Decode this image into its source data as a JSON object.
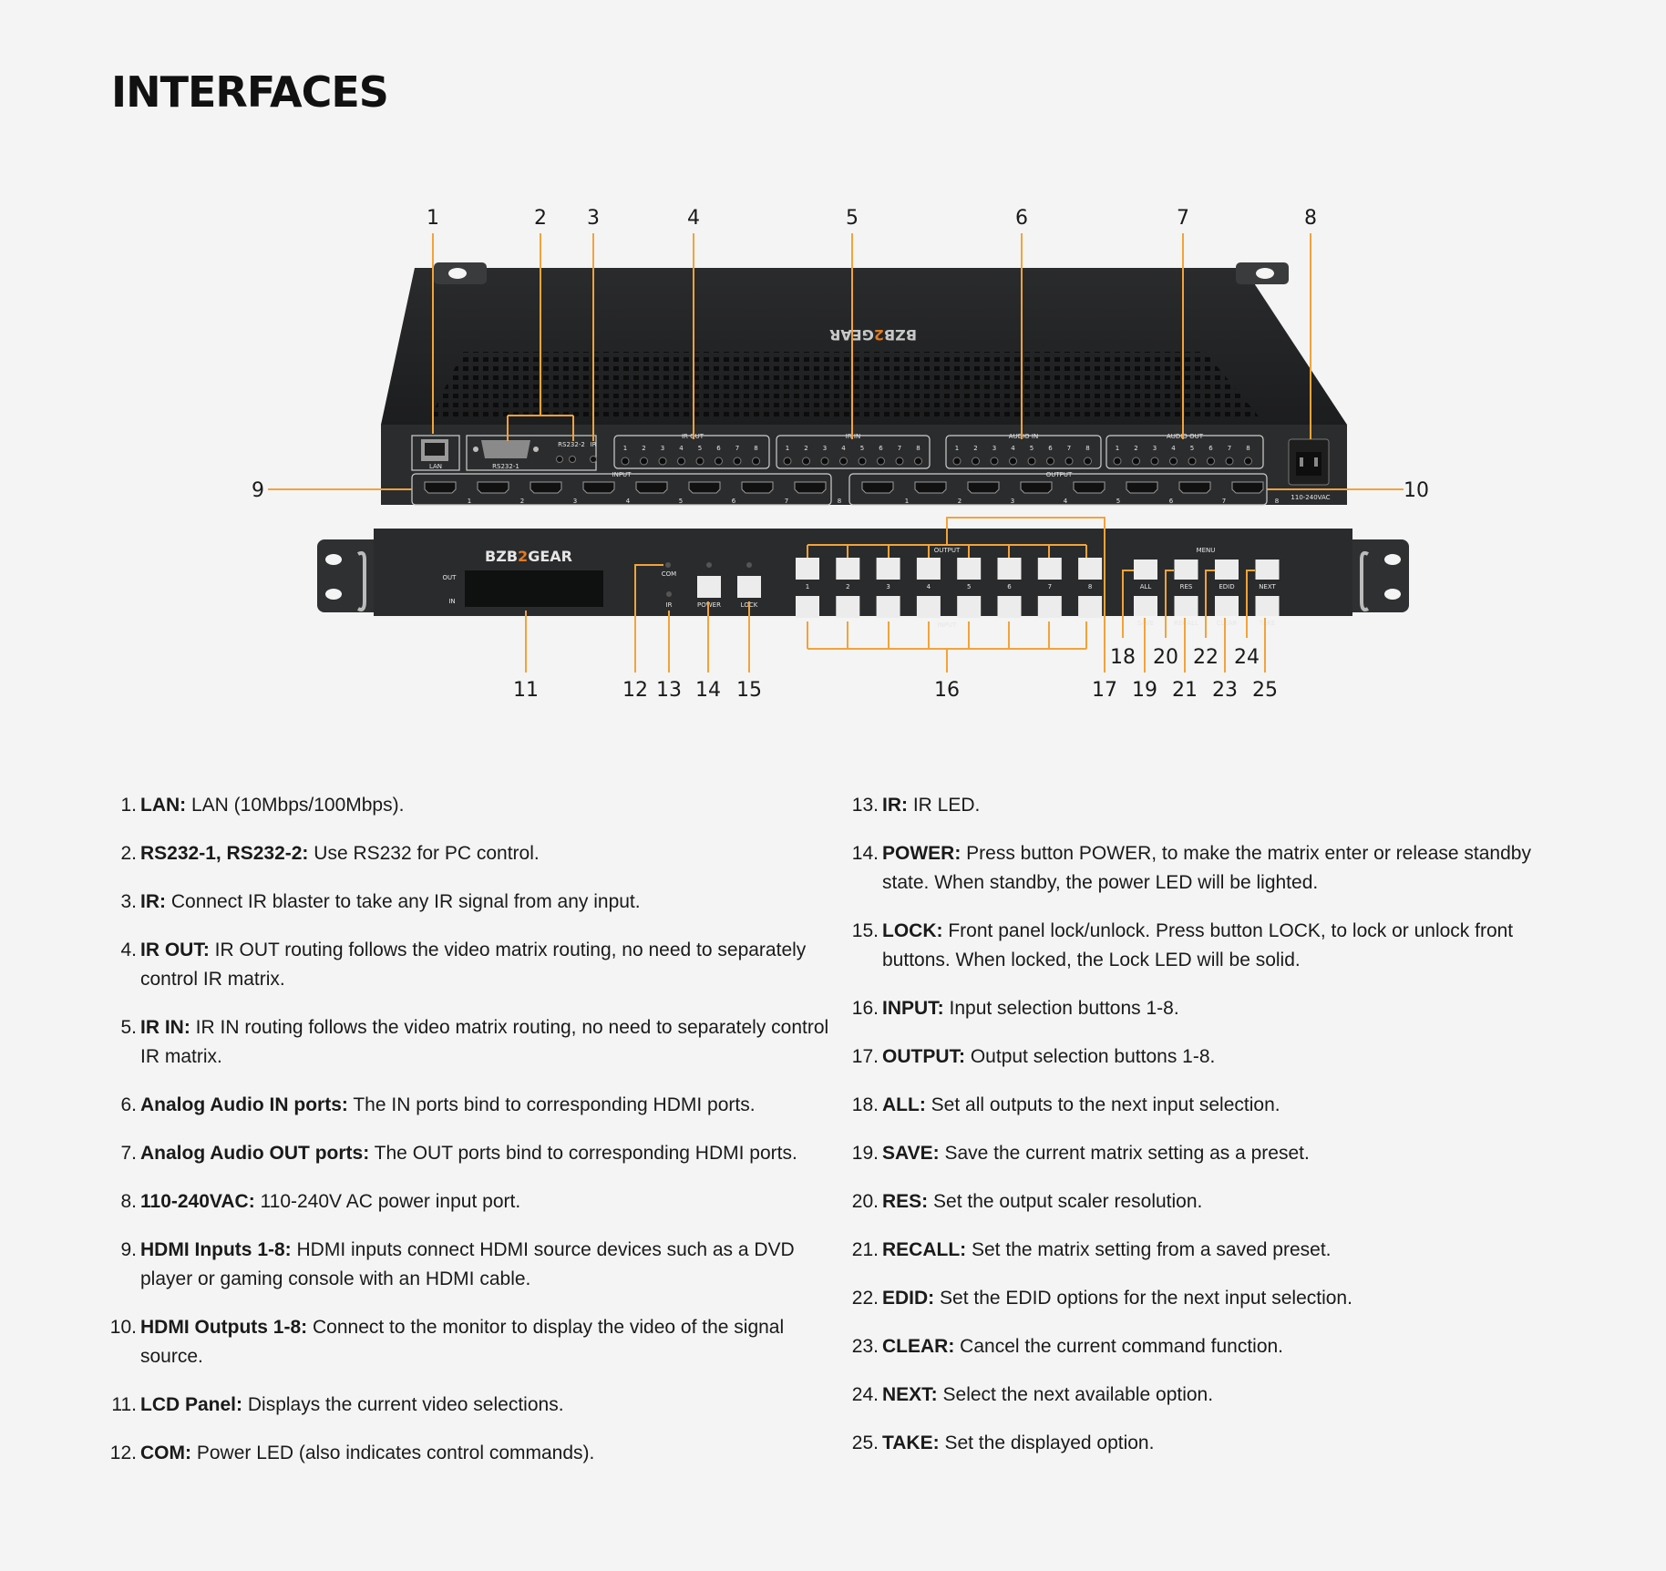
{
  "page": {
    "title": "INTERFACES"
  },
  "device": {
    "brand": "BZB",
    "brand_mark": "2",
    "brand_suffix": "GEAR",
    "rear": {
      "lan": "LAN",
      "rs232_1": "RS232-1",
      "rs232_2": "RS232-2",
      "ir": "IR",
      "ir_out": "IR OUT",
      "ir_in": "IR IN",
      "audio_in": "AUDIO IN",
      "audio_out": "AUDIO OUT",
      "input": "INPUT",
      "output": "OUTPUT",
      "power": "110-240VAC",
      "port_numbers": [
        "1",
        "2",
        "3",
        "4",
        "5",
        "6",
        "7",
        "8"
      ]
    },
    "front": {
      "lcd_out": "OUT",
      "lcd_in": "IN",
      "com": "COM",
      "ir": "IR",
      "power": "POWER",
      "lock": "LOCK",
      "output": "OUTPUT",
      "input": "INPUT",
      "menu": "MENU",
      "menu_top": [
        "ALL",
        "RES",
        "EDID",
        "NEXT"
      ],
      "menu_bottom": [
        "SAVE",
        "RECALL",
        "CLEAR",
        "TAKE"
      ],
      "button_numbers": [
        "1",
        "2",
        "3",
        "4",
        "5",
        "6",
        "7",
        "8"
      ]
    }
  },
  "callouts": [
    "1",
    "2",
    "3",
    "4",
    "5",
    "6",
    "7",
    "8",
    "9",
    "10",
    "11",
    "12",
    "13",
    "14",
    "15",
    "16",
    "17",
    "18",
    "19",
    "20",
    "21",
    "22",
    "23",
    "24",
    "25"
  ],
  "legend": [
    {
      "num": "1.",
      "term": "LAN:",
      "desc": "LAN (10Mbps/100Mbps)."
    },
    {
      "num": "2.",
      "term": "RS232-1, RS232-2:",
      "desc": "Use RS232 for PC control."
    },
    {
      "num": "3.",
      "term": "IR:",
      "desc": "Connect IR blaster to take any IR signal from any input."
    },
    {
      "num": "4.",
      "term": "IR OUT:",
      "desc": "IR OUT routing follows the video matrix routing, no need to separately control IR matrix."
    },
    {
      "num": "5.",
      "term": "IR IN:",
      "desc": "IR IN routing follows the video matrix routing, no need to separately control IR matrix."
    },
    {
      "num": "6.",
      "term": "Analog Audio IN ports:",
      "desc": "The IN ports bind to corresponding HDMI ports."
    },
    {
      "num": "7.",
      "term": "Analog Audio OUT ports:",
      "desc": "The OUT ports bind to corresponding HDMI ports."
    },
    {
      "num": "8.",
      "term": "110-240VAC:",
      "desc": "110-240V AC power input port."
    },
    {
      "num": "9.",
      "term": "HDMI Inputs 1-8:",
      "desc": "HDMI inputs connect HDMI source devices such as a DVD player or gaming console with an HDMI cable."
    },
    {
      "num": "10.",
      "term": "HDMI Outputs 1-8:",
      "desc": "Connect to the monitor to display the video of the signal source."
    },
    {
      "num": "11.",
      "term": "LCD Panel:",
      "desc": "Displays the current video selections."
    },
    {
      "num": "12.",
      "term": "COM:",
      "desc": "Power LED (also indicates control commands)."
    },
    {
      "num": "13.",
      "term": "IR:",
      "desc": "IR LED."
    },
    {
      "num": "14.",
      "term": "POWER:",
      "desc": "Press button POWER, to make the matrix enter or release standby state. When standby, the power LED will be lighted."
    },
    {
      "num": "15.",
      "term": "LOCK:",
      "desc": "Front panel lock/unlock. Press button LOCK, to lock or unlock front buttons. When locked, the Lock LED will be solid."
    },
    {
      "num": "16.",
      "term": "INPUT:",
      "desc": "Input selection buttons 1-8."
    },
    {
      "num": "17.",
      "term": "OUTPUT:",
      "desc": "Output selection buttons 1-8."
    },
    {
      "num": "18.",
      "term": "ALL:",
      "desc": "Set all outputs to the next input selection."
    },
    {
      "num": "19.",
      "term": "SAVE:",
      "desc": "Save the current matrix setting as a preset."
    },
    {
      "num": "20.",
      "term": "RES:",
      "desc": "Set the output scaler resolution."
    },
    {
      "num": "21.",
      "term": "RECALL:",
      "desc": "Set the matrix setting from a saved preset."
    },
    {
      "num": "22.",
      "term": "EDID:",
      "desc": "Set the EDID options for the next input selection."
    },
    {
      "num": "23.",
      "term": "CLEAR:",
      "desc": "Cancel the current command function."
    },
    {
      "num": "24.",
      "term": "NEXT:",
      "desc": "Select the next available option."
    },
    {
      "num": "25.",
      "term": "TAKE:",
      "desc": "Set the displayed option."
    }
  ]
}
